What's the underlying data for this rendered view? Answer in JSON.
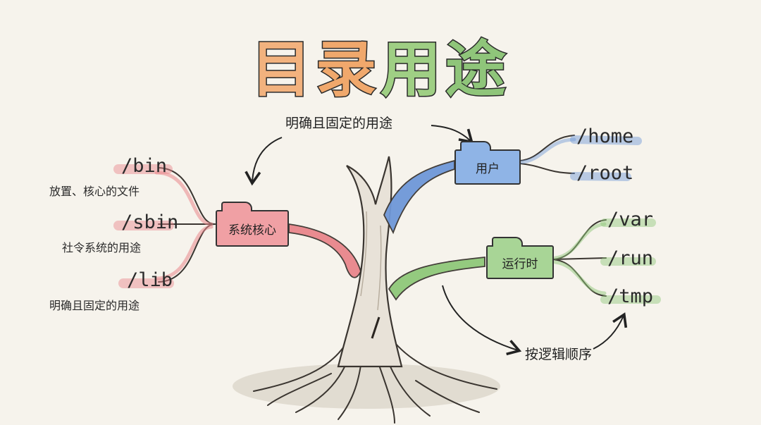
{
  "title": {
    "chars": [
      "目",
      "录",
      "用",
      "途"
    ]
  },
  "folders": {
    "system": {
      "label": "系统核心",
      "color": "#f0a0a4"
    },
    "user": {
      "label": "用户",
      "color": "#8fb4e6"
    },
    "runtime": {
      "label": "运行时",
      "color": "#a8d596"
    }
  },
  "system_dirs": [
    {
      "path": "/bin",
      "desc": "放置、核心的文件"
    },
    {
      "path": "/sbin",
      "desc": "社令系统的用途"
    },
    {
      "path": "/lib",
      "desc": "明确且固定的用途"
    }
  ],
  "user_dirs": [
    {
      "path": "/home"
    },
    {
      "path": "/root"
    }
  ],
  "runtime_dirs": [
    {
      "path": "/var"
    },
    {
      "path": "/run"
    },
    {
      "path": "/tmp"
    }
  ],
  "annotations": {
    "top": "明确且固定的用途",
    "bottom": "按逻辑顺序"
  },
  "colors": {
    "red": "#e9868c",
    "blue": "#6f98d8",
    "green": "#8fc87a",
    "trunk": "#e8e2d8"
  }
}
